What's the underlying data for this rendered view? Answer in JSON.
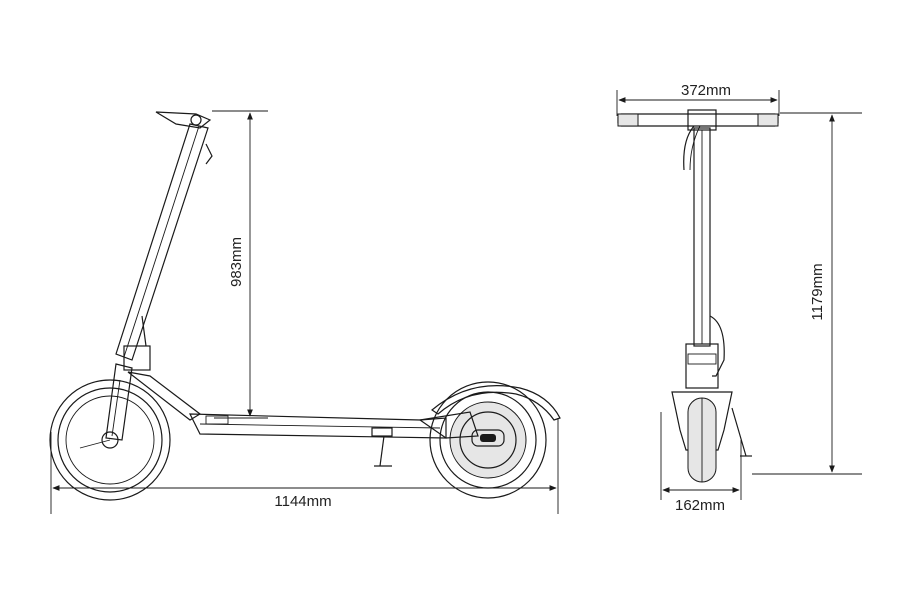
{
  "colors": {
    "line": "#1a1a1a",
    "text": "#222222",
    "background": "#ffffff"
  },
  "dimensions": {
    "overall_length": "1144mm",
    "folded_height": "983mm",
    "handlebar_width": "372mm",
    "overall_height": "1179mm",
    "deck_width": "162mm"
  }
}
